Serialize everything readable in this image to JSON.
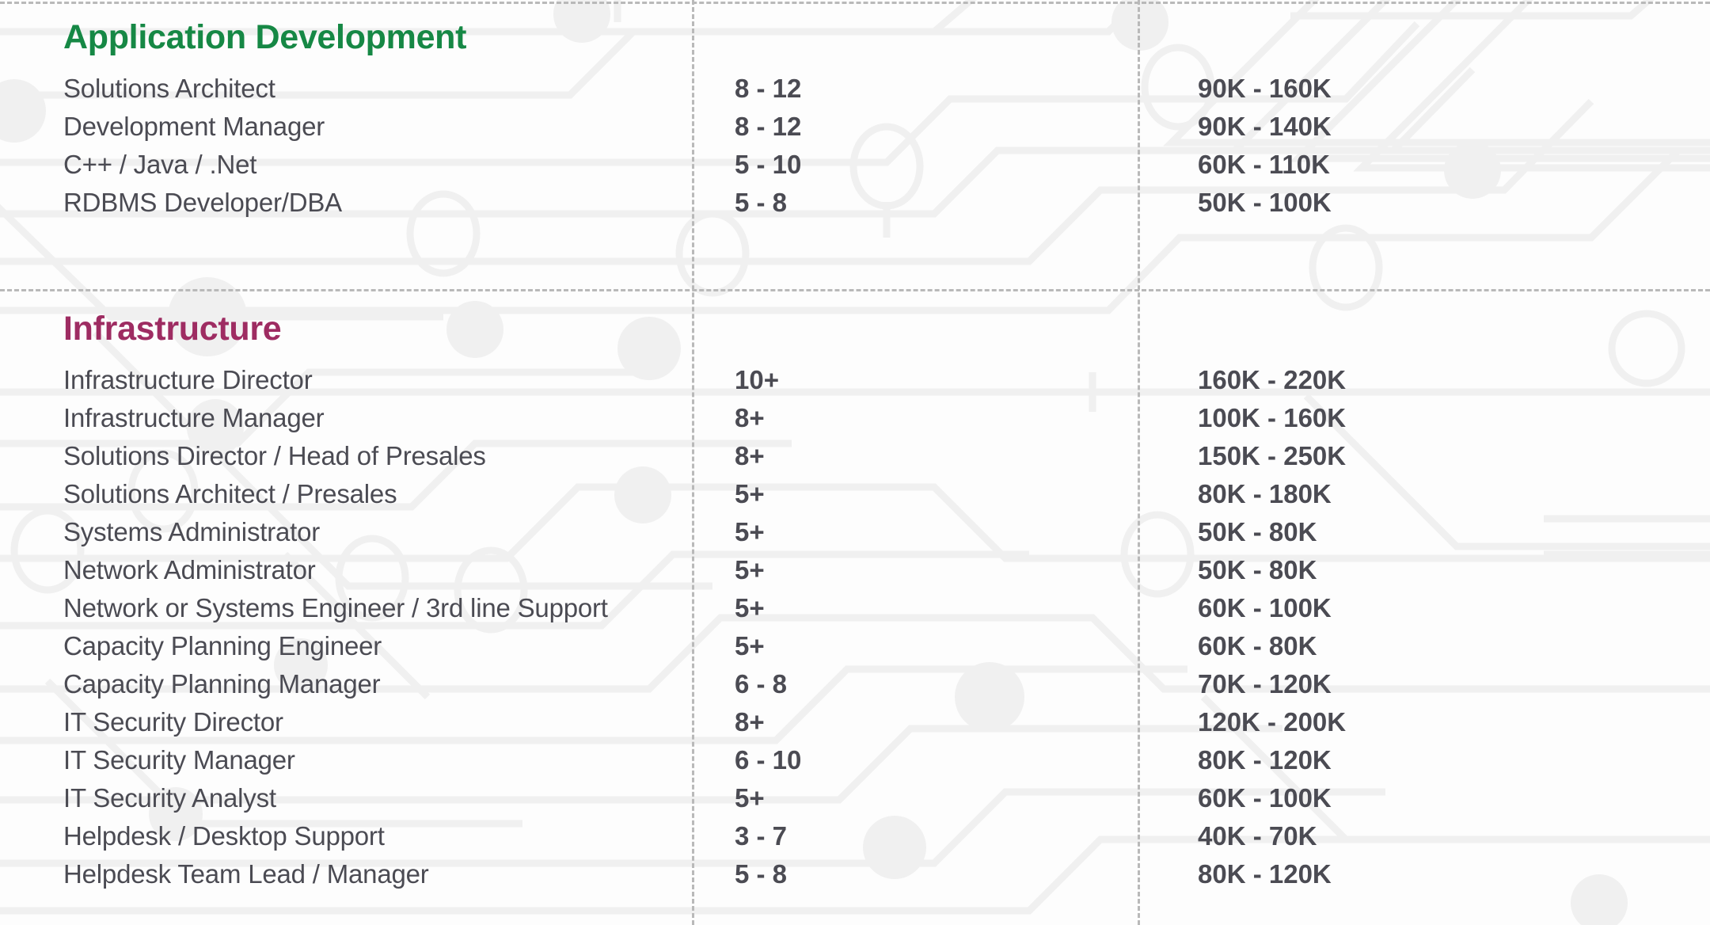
{
  "page": {
    "background_color": "#fdfdfd",
    "circuit_line_color": "#f0f0f0",
    "guide_line_color": "#b9b9b9",
    "text_color": "#4b4b53"
  },
  "sections": [
    {
      "title": "Application Development",
      "title_color": "#168845",
      "rows": [
        {
          "role": "Solutions Architect",
          "experience": "8 - 12",
          "salary": "90K - 160K"
        },
        {
          "role": "Development Manager",
          "experience": "8 - 12",
          "salary": "90K - 140K"
        },
        {
          "role": "C++ / Java / .Net",
          "experience": "5 - 10",
          "salary": "60K - 110K"
        },
        {
          "role": "RDBMS Developer/DBA",
          "experience": "5 - 8",
          "salary": "50K - 100K"
        }
      ]
    },
    {
      "title": "Infrastructure",
      "title_color": "#9e2c62",
      "rows": [
        {
          "role": "Infrastructure Director",
          "experience": "10+",
          "salary": "160K - 220K"
        },
        {
          "role": "Infrastructure Manager",
          "experience": "8+",
          "salary": "100K - 160K"
        },
        {
          "role": "Solutions Director / Head of Presales",
          "experience": "8+",
          "salary": "150K - 250K"
        },
        {
          "role": "Solutions Architect / Presales",
          "experience": "5+",
          "salary": "80K - 180K"
        },
        {
          "role": "Systems Administrator",
          "experience": "5+",
          "salary": "50K - 80K"
        },
        {
          "role": "Network Administrator",
          "experience": "5+",
          "salary": "50K - 80K"
        },
        {
          "role": "Network or Systems Engineer / 3rd line Support",
          "experience": "5+",
          "salary": "60K - 100K"
        },
        {
          "role": "Capacity Planning Engineer",
          "experience": "5+",
          "salary": "60K - 80K"
        },
        {
          "role": "Capacity Planning Manager",
          "experience": "6 - 8",
          "salary": "70K - 120K"
        },
        {
          "role": "IT Security Director",
          "experience": "8+",
          "salary": "120K - 200K"
        },
        {
          "role": "IT Security Manager",
          "experience": "6 - 10",
          "salary": "80K - 120K"
        },
        {
          "role": "IT Security Analyst",
          "experience": "5+",
          "salary": "60K - 100K"
        },
        {
          "role": "Helpdesk / Desktop Support",
          "experience": "3 - 7",
          "salary": "40K - 70K"
        },
        {
          "role": "Helpdesk Team Lead / Manager",
          "experience": "5 - 8",
          "salary": "80K - 120K"
        }
      ]
    }
  ],
  "guides": {
    "horizontal_y": [
      2,
      365
    ],
    "vertical_x": [
      874,
      1437
    ]
  }
}
